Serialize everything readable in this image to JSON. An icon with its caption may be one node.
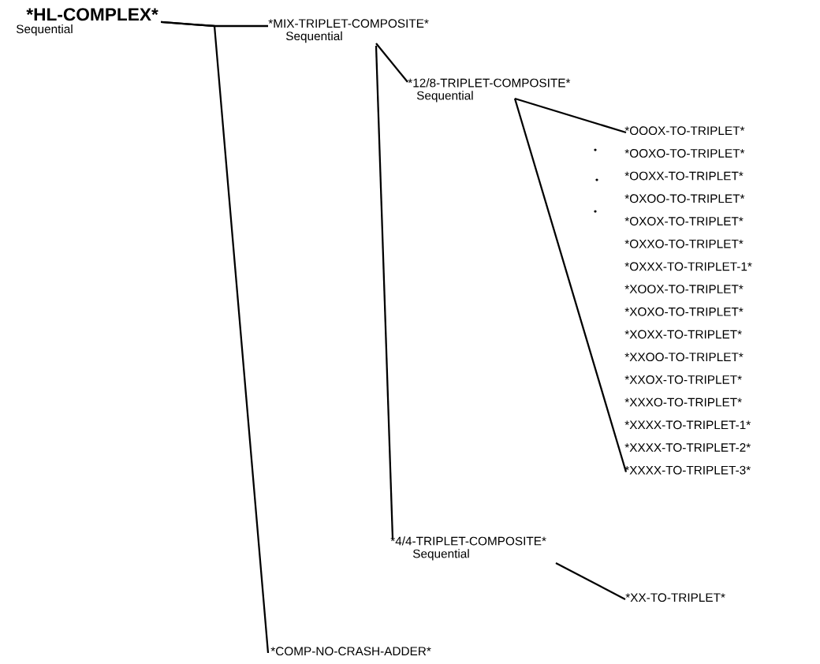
{
  "diagram": {
    "nodes": [
      {
        "text": [
          "*HL-COMPLEX*",
          "Sequential"
        ]
      },
      {
        "text": [
          "*MIX-TRIPLET-COMPOSITE*",
          "Sequential"
        ]
      },
      {
        "text": [
          "*12/8-TRIPLET-COMPOSITE*",
          "Sequential"
        ]
      },
      {
        "text": [
          "*OOOX-TO-TRIPLET*"
        ]
      },
      {
        "text": [
          "*OOXO-TO-TRIPLET*"
        ]
      },
      {
        "text": [
          "*OOXX-TO-TRIPLET*"
        ]
      },
      {
        "text": [
          "*OXOO-TO-TRIPLET*"
        ]
      },
      {
        "text": [
          "*OXOX-TO-TRIPLET*"
        ]
      },
      {
        "text": [
          "*OXXO-TO-TRIPLET*"
        ]
      },
      {
        "text": [
          "*OXXX-TO-TRIPLET-1*"
        ]
      },
      {
        "text": [
          "*XOOX-TO-TRIPLET*"
        ]
      },
      {
        "text": [
          "*XOXO-TO-TRIPLET*"
        ]
      },
      {
        "text": [
          "*XOXX-TO-TRIPLET*"
        ]
      },
      {
        "text": [
          "*XXOO-TO-TRIPLET*"
        ]
      },
      {
        "text": [
          "*XXOX-TO-TRIPLET*"
        ]
      },
      {
        "text": [
          "*XXXO-TO-TRIPLET*"
        ]
      },
      {
        "text": [
          "*XXXX-TO-TRIPLET-1*"
        ]
      },
      {
        "text": [
          "*XXXX-TO-TRIPLET-2*"
        ]
      },
      {
        "text": [
          "*XXXX-TO-TRIPLET-3*"
        ]
      },
      {
        "text": [
          "*4/4-TRIPLET-COMPOSITE*",
          "Sequential"
        ]
      },
      {
        "text": [
          "*XX-TO-TRIPLET*"
        ]
      },
      {
        "text": [
          "*COMP-NO-CRASH-ADDER*"
        ]
      }
    ],
    "edges": [
      {
        "from": 0,
        "to": 1,
        "arrow": "none"
      },
      {
        "from": 0,
        "to": 21,
        "arrow": "none"
      },
      {
        "from": 1,
        "to": 2,
        "arrow": "none"
      },
      {
        "from": 1,
        "to": 19,
        "arrow": "none"
      },
      {
        "from": 2,
        "to": 3,
        "arrow": "none"
      },
      {
        "from": 2,
        "to": 18,
        "arrow": "none"
      },
      {
        "from": 19,
        "to": 20,
        "arrow": "none"
      }
    ]
  }
}
